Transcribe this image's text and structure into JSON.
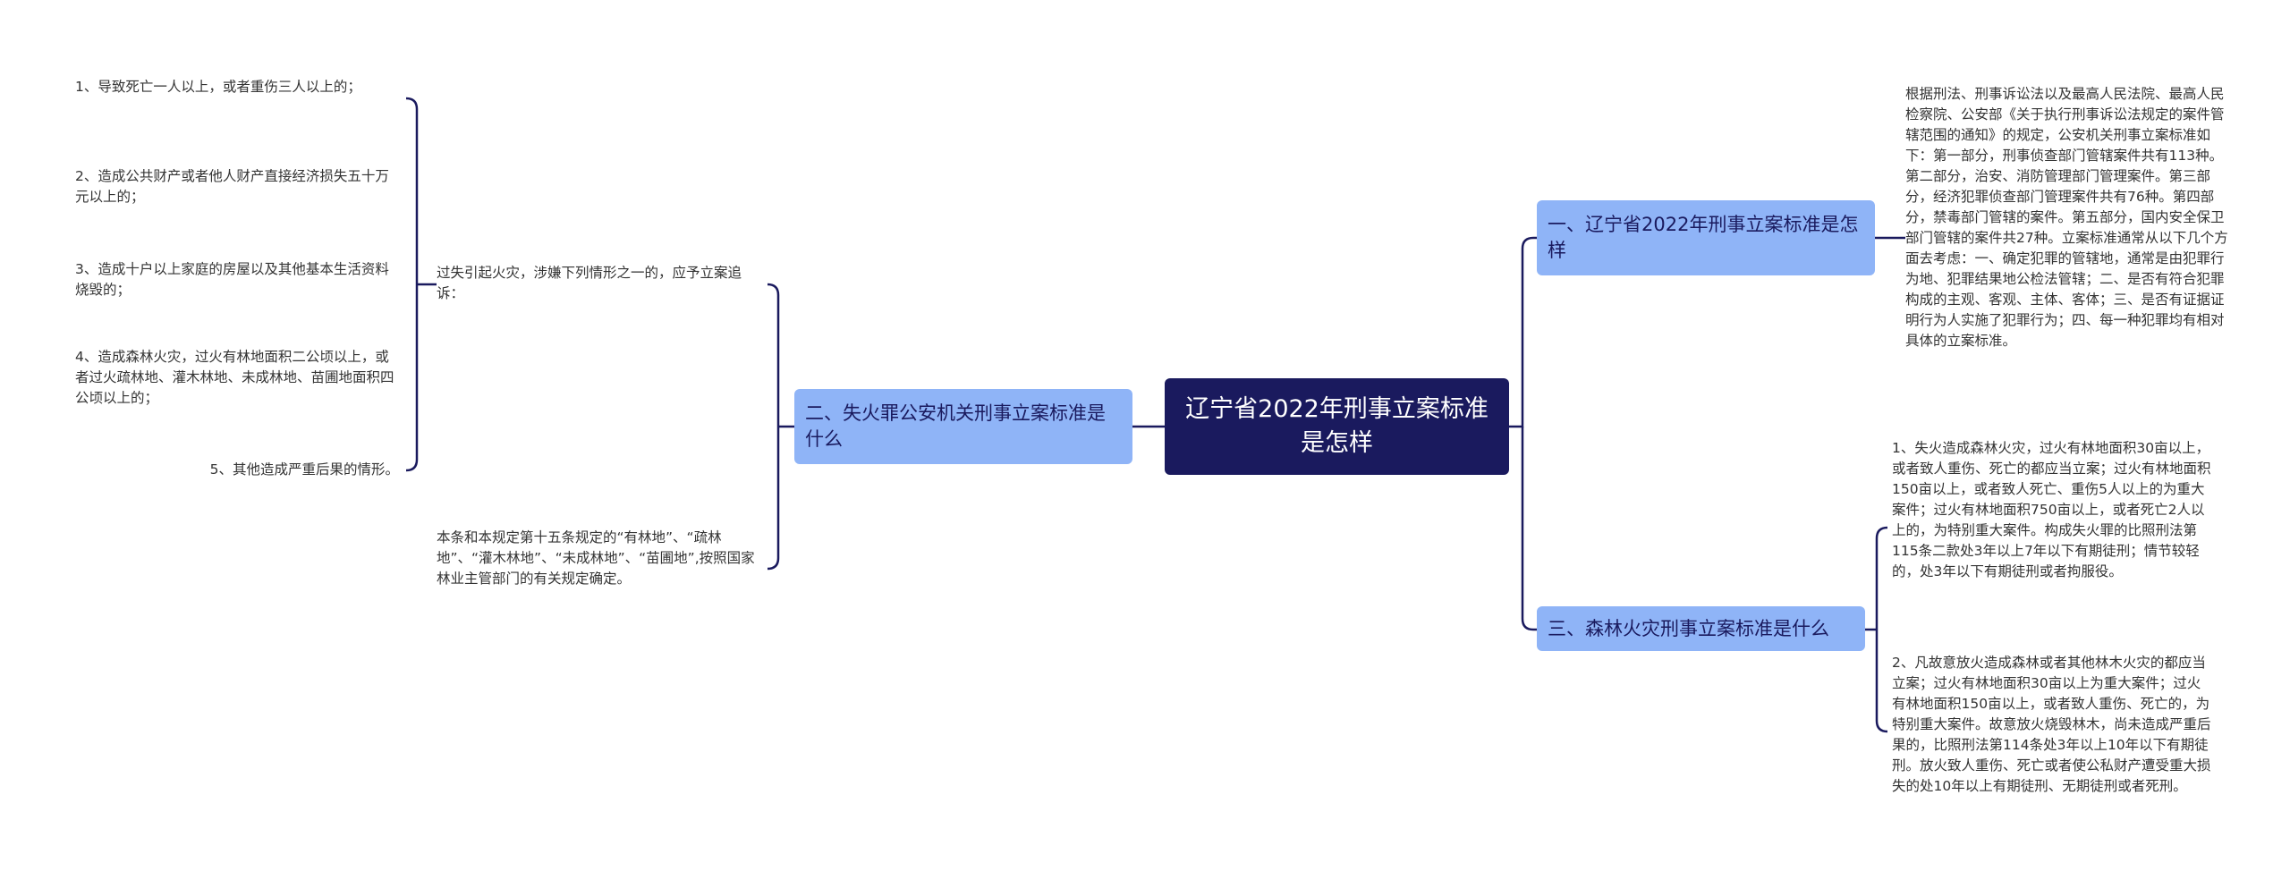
{
  "root": {
    "title": "辽宁省2022年刑事立案标准是怎样"
  },
  "branches": {
    "b1": {
      "label": "一、辽宁省2022年刑事立案标准是怎样"
    },
    "b2": {
      "label": "二、失火罪公安机关刑事立案标准是什么"
    },
    "b3": {
      "label": "三、森林火灾刑事立案标准是什么"
    }
  },
  "leaves": {
    "b1_text": "根据刑法、刑事诉讼法以及最高人民法院、最高人民检察院、公安部《关于执行刑事诉讼法规定的案件管辖范围的通知》的规定，公安机关刑事立案标准如下：第一部分，刑事侦查部门管辖案件共有113种。第二部分，治安、消防管理部门管理案件。第三部分，经济犯罪侦查部门管理案件共有76种。第四部分，禁毒部门管辖的案件。第五部分，国内安全保卫部门管辖的案件共27种。立案标准通常从以下几个方面去考虑：一、确定犯罪的管辖地，通常是由犯罪行为地、犯罪结果地公检法管辖；二、是否有符合犯罪构成的主观、客观、主体、客体；三、是否有证据证明行为人实施了犯罪行为；四、每一种犯罪均有相对具体的立案标准。",
    "b2_intro": "过失引起火灾，涉嫌下列情形之一的，应予立案追诉：",
    "b2_note": "本条和本规定第十五条规定的“有林地”、“疏林地”、“灌木林地”、“未成林地”、“苗圃地”,按照国家林业主管部门的有关规定确定。",
    "b2_items": [
      "1、导致死亡一人以上，或者重伤三人以上的；",
      "2、造成公共财产或者他人财产直接经济损失五十万元以上的；",
      "3、造成十户以上家庭的房屋以及其他基本生活资料烧毁的；",
      "4、造成森林火灾，过火有林地面积二公顷以上，或者过火疏林地、灌木林地、未成林地、苗圃地面积四公顷以上的；",
      "5、其他造成严重后果的情形。"
    ],
    "b3_items": [
      "1、失火造成森林火灾，过火有林地面积30亩以上，或者致人重伤、死亡的都应当立案；过火有林地面积150亩以上，或者致人死亡、重伤5人以上的为重大案件；过火有林地面积750亩以上，或者死亡2人以上的，为特别重大案件。构成失火罪的比照刑法第115条二款处3年以上7年以下有期徒刑；情节较轻的，处3年以下有期徒刑或者拘服役。",
      "2、凡故意放火造成森林或者其他林木火灾的都应当立案；过火有林地面积30亩以上为重大案件；过火有林地面积150亩以上，或者致人重伤、死亡的，为特别重大案件。故意放火烧毁林木，尚未造成严重后果的，比照刑法第114条处3年以上10年以下有期徒刑。放火致人重伤、死亡或者使公私财产遭受重大损失的处10年以上有期徒刑、无期徒刑或者死刑。"
    ]
  },
  "colors": {
    "root_bg": "#1a1a5e",
    "branch_bg": "#8fb4f7",
    "connector": "#1a1a5e",
    "leaf_text": "#333333"
  }
}
